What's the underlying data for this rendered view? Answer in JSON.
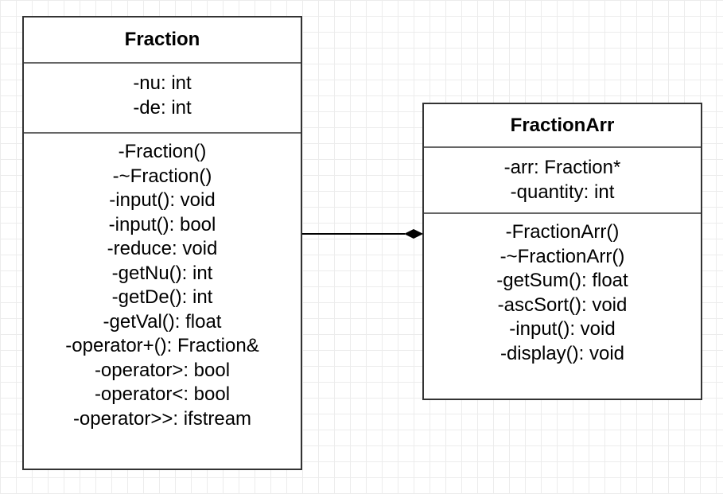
{
  "classes": {
    "fraction": {
      "name": "Fraction",
      "attributes": [
        "-nu: int",
        "-de: int"
      ],
      "methods": [
        "-Fraction()",
        "-~Fraction()",
        "-input(): void",
        "-input(): bool",
        "-reduce: void",
        "-getNu(): int",
        "-getDe(): int",
        "-getVal(): float",
        "-operator+(): Fraction&",
        "-operator>: bool",
        "-operator<: bool",
        "-operator>>: ifstream"
      ]
    },
    "fraction_arr": {
      "name": "FractionArr",
      "attributes": [
        "-arr: Fraction*",
        "-quantity: int"
      ],
      "methods": [
        "-FractionArr()",
        "-~FractionArr()",
        "-getSum(): float",
        "-ascSort(): void",
        "-input(): void",
        "-display(): void"
      ]
    }
  },
  "relationship": {
    "type": "composition",
    "from": "Fraction",
    "to": "FractionArr"
  },
  "colors": {
    "border": "#333333",
    "divider": "#666666",
    "grid": "#ececec",
    "line": "#000000"
  }
}
